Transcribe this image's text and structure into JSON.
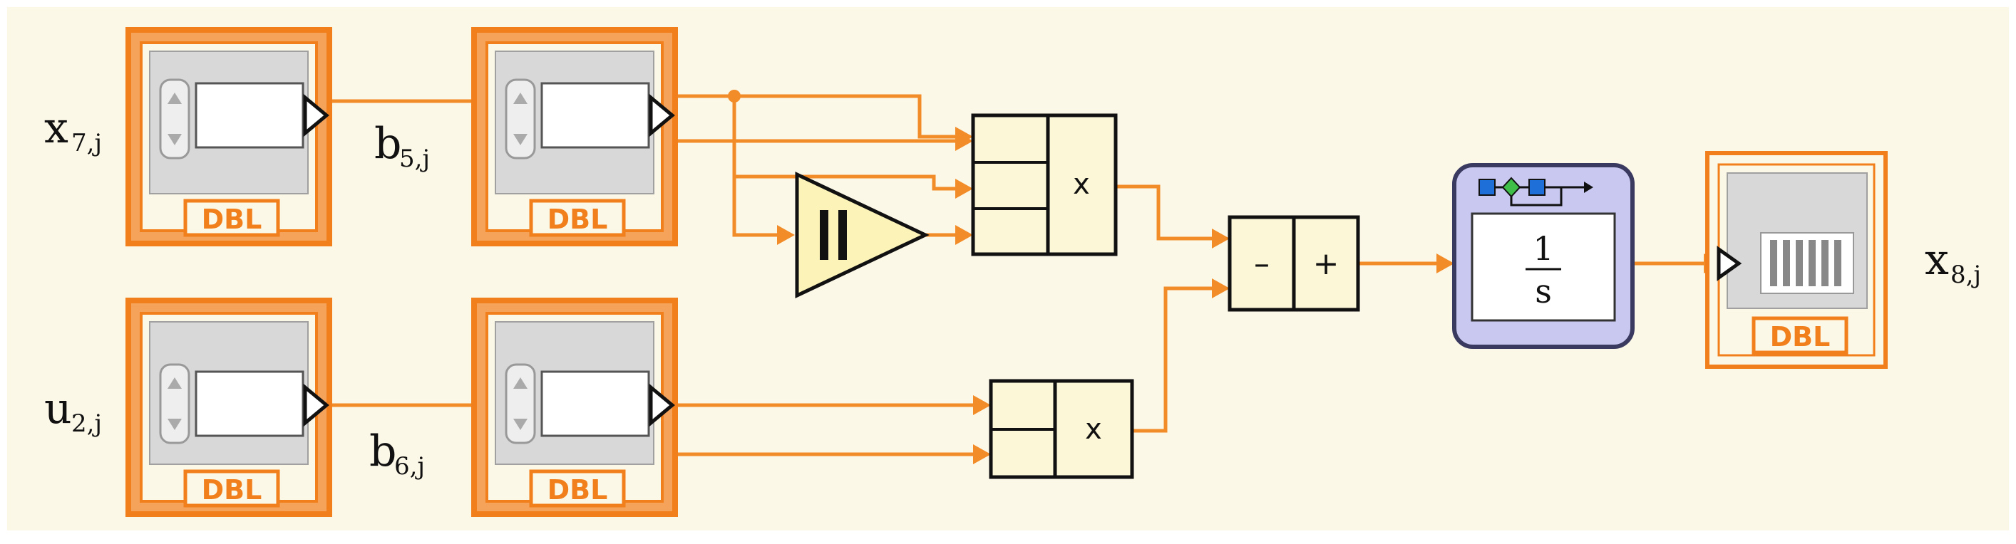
{
  "diagram": {
    "colors": {
      "canvas": "#fcf8e8",
      "wire": "#f28c28",
      "terminal_border": "#f28c28",
      "block_fill": "#fcf7d6",
      "integrator_fill": "#c8c8f0",
      "integrator_border": "#3a3a60"
    },
    "signal_labels": {
      "x7": "x",
      "x7_sub": "7,j",
      "u2": "u",
      "u2_sub": "2,j",
      "b5": "b",
      "b5_sub": "5,j",
      "b6": "b",
      "b6_sub": "6,j",
      "x8": "x",
      "x8_sub": "8,j"
    },
    "terminals": {
      "control_type": "DBL",
      "control_x7": "DBL",
      "control_b5": "DBL",
      "control_u2": "DBL",
      "control_b6": "DBL",
      "indicator_x8": "DBL"
    },
    "blocks": {
      "multiply_1_op": "x",
      "multiply_2_op": "x",
      "sum_minus": "–",
      "sum_plus": "+",
      "integrator_num": "1",
      "integrator_den": "s",
      "gain_icon": "gain-triangle-icon",
      "integrator_icon": "integrator-icon"
    }
  }
}
